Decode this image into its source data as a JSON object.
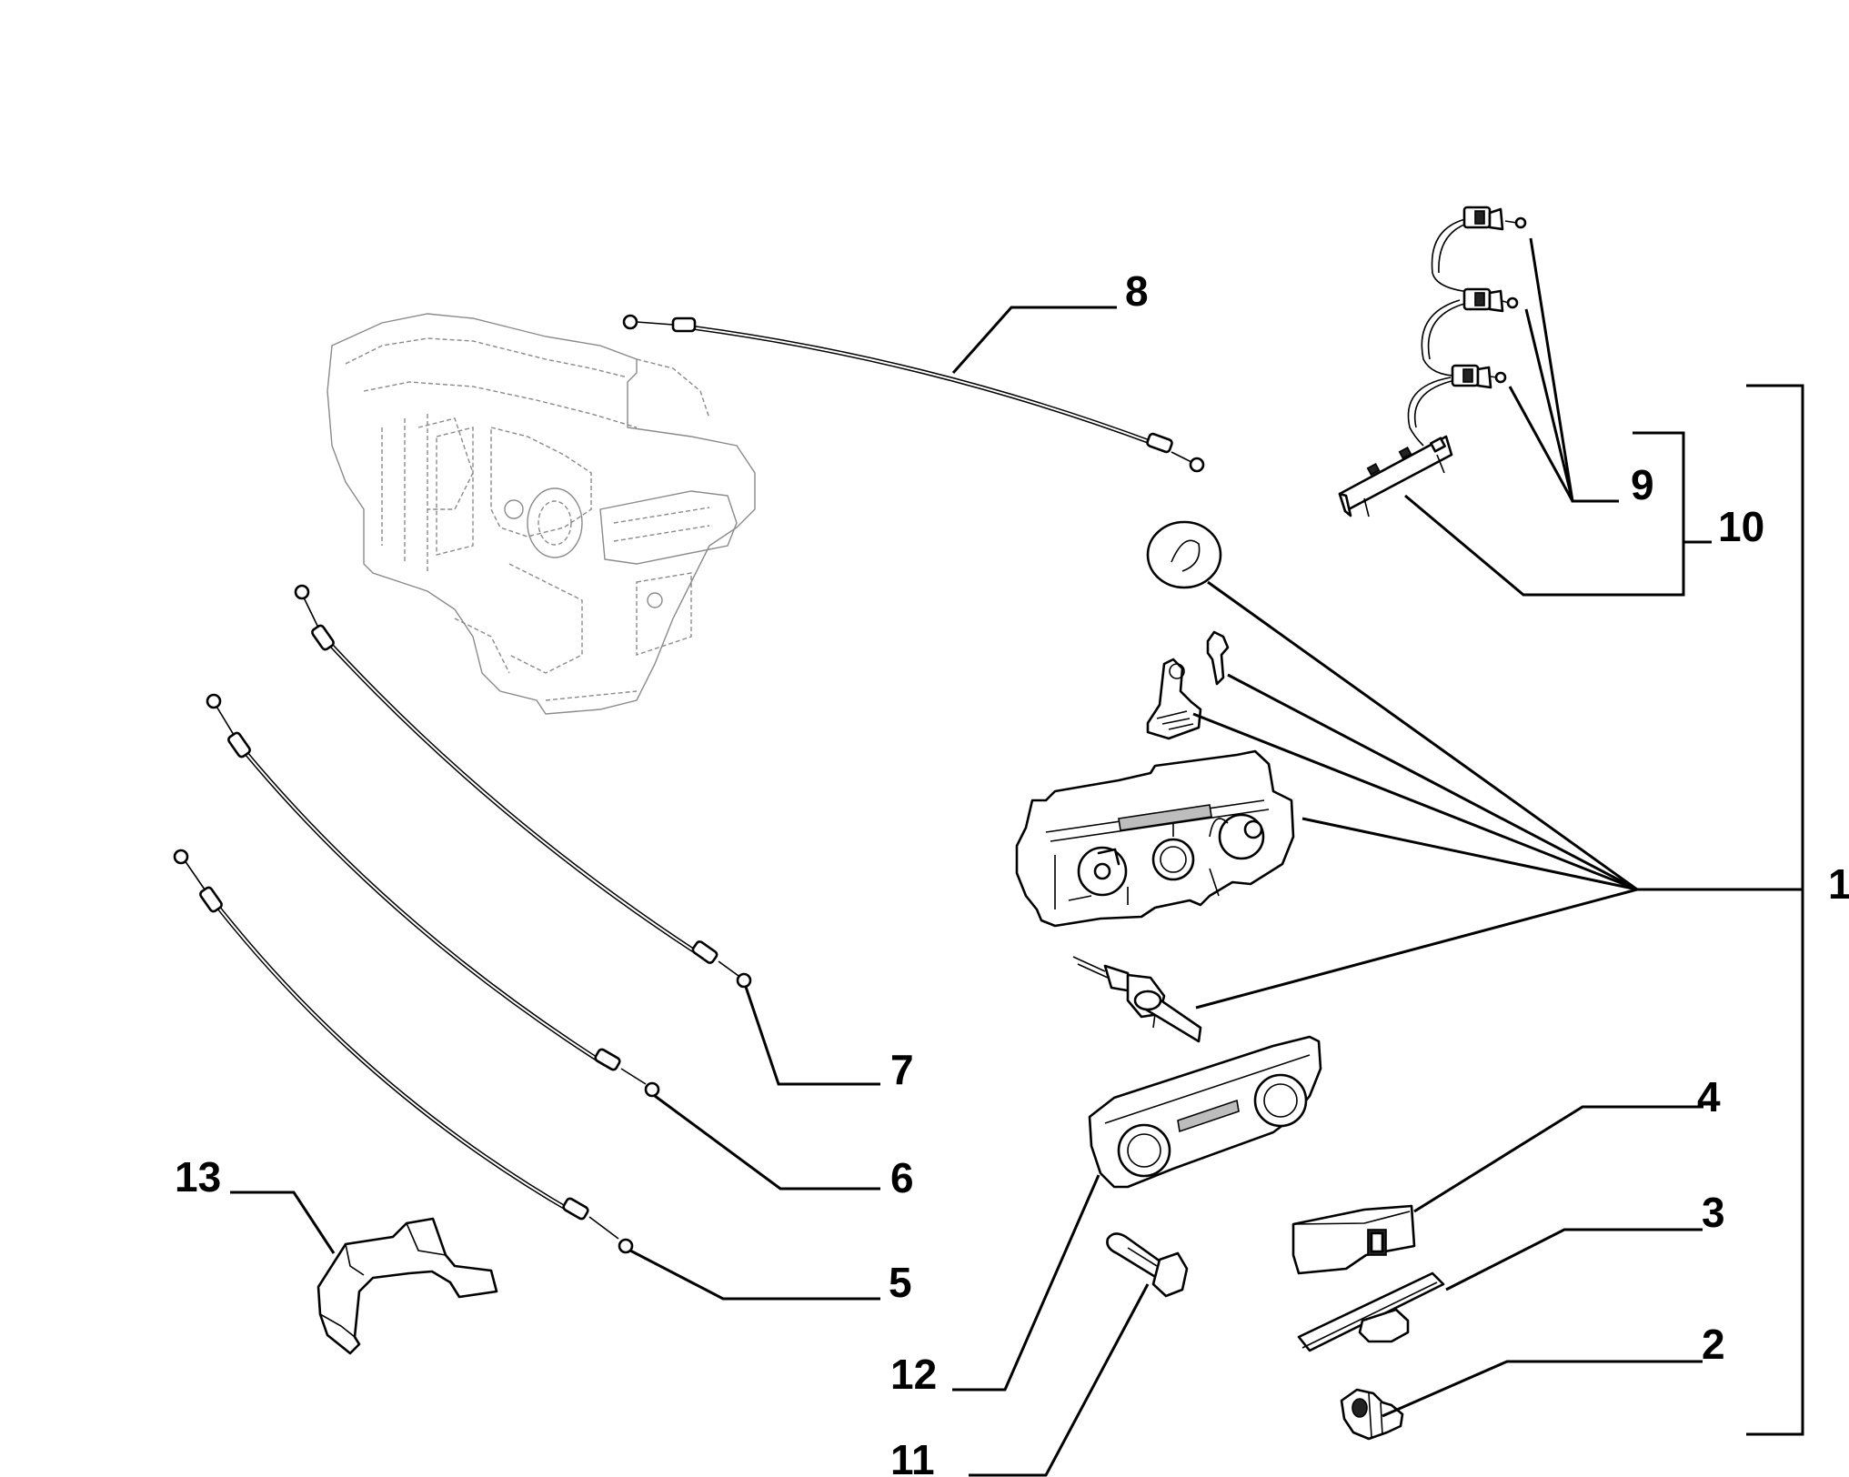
{
  "diagram": {
    "callouts": [
      {
        "id": "1",
        "label": "1"
      },
      {
        "id": "2",
        "label": "2"
      },
      {
        "id": "3",
        "label": "3"
      },
      {
        "id": "4",
        "label": "4"
      },
      {
        "id": "5",
        "label": "5"
      },
      {
        "id": "6",
        "label": "6"
      },
      {
        "id": "7",
        "label": "7"
      },
      {
        "id": "8",
        "label": "8"
      },
      {
        "id": "9",
        "label": "9"
      },
      {
        "id": "10",
        "label": "10"
      },
      {
        "id": "11",
        "label": "11"
      },
      {
        "id": "12",
        "label": "12"
      },
      {
        "id": "13",
        "label": "13"
      }
    ],
    "colors": {
      "line": "#000000",
      "ghost_outline": "#8a8a8a",
      "background": "#ffffff"
    }
  }
}
